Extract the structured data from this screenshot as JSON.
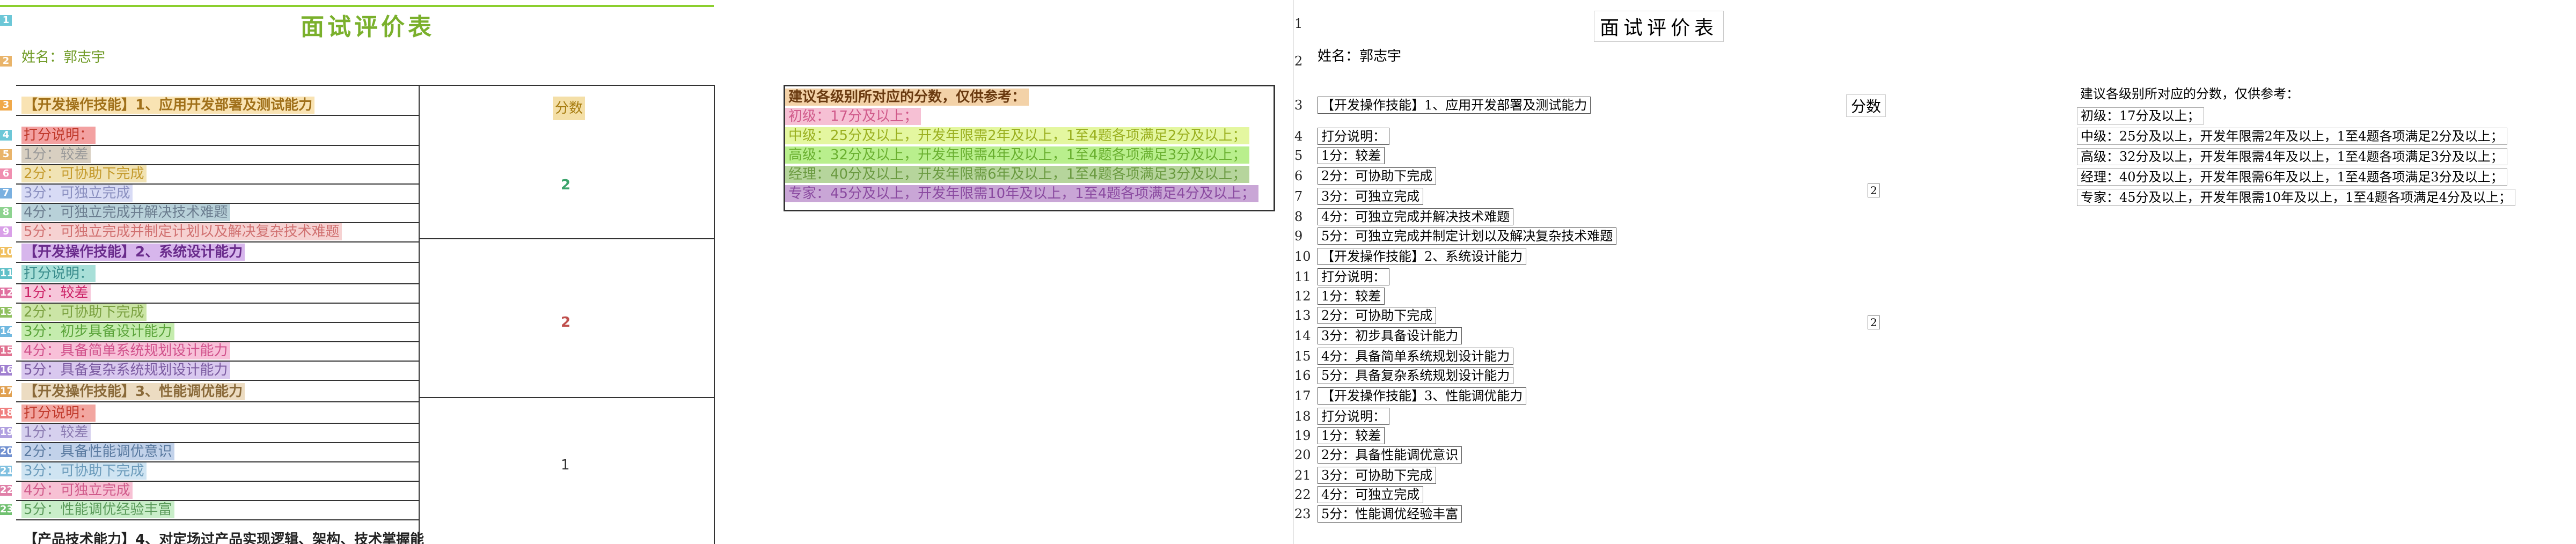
{
  "sheet": {
    "title": "面试评价表",
    "name_label": "姓名：郭志宇",
    "score_header": "分数",
    "rows": [
      {
        "n": "3",
        "text": "【开发操作技能】1、应用开发部署及测试能力",
        "color": "#a0701a",
        "bg": "#f9e3b3",
        "bold": true
      },
      {
        "n": "4",
        "text": "打分说明：",
        "color": "#c0392b",
        "bg": "#f3a1a1"
      },
      {
        "n": "5",
        "text": "1分：较差",
        "color": "#999",
        "bg": "#d8cfc1"
      },
      {
        "n": "6",
        "text": "2分：可协助下完成",
        "color": "#c49a2c",
        "bg": "#f1e3b4"
      },
      {
        "n": "7",
        "text": "3分：可独立完成",
        "color": "#8a8fbf",
        "bg": "#d8dbf5"
      },
      {
        "n": "8",
        "text": "4分：可独立完成并解决技术难题",
        "color": "#6b7d8f",
        "bg": "#b8d1d9"
      },
      {
        "n": "9",
        "text": "5分：可独立完成并制定计划以及解决复杂技术难题",
        "color": "#d07070",
        "bg": "#f6d2d2"
      },
      {
        "n": "10",
        "text": "【开发操作技能】2、系统设计能力",
        "color": "#6a2c8c",
        "bg": "#d7b6ec",
        "bold": true
      },
      {
        "n": "11",
        "text": "打分说明：",
        "color": "#3a8c8c",
        "bg": "#a8dfd8"
      },
      {
        "n": "12",
        "text": "1分：较差",
        "color": "#c26",
        "bg": "#f7c6da"
      },
      {
        "n": "13",
        "text": "2分：可协助下完成",
        "color": "#7aa040",
        "bg": "#cbe5a6"
      },
      {
        "n": "14",
        "text": "3分：初步具备设计能力",
        "color": "#5aa33a",
        "bg": "#c5ecae"
      },
      {
        "n": "15",
        "text": "4分：具备简单系统规划设计能力",
        "color": "#d0508a",
        "bg": "#f8c0d8"
      },
      {
        "n": "16",
        "text": "5分：具备复杂系统规划设计能力",
        "color": "#7a5aa0",
        "bg": "#d9c8ef"
      },
      {
        "n": "17",
        "text": "【开发操作技能】3、性能调优能力",
        "color": "#8a6a3a",
        "bg": "#ecdcc2",
        "bold": true
      },
      {
        "n": "18",
        "text": "打分说明：",
        "color": "#c0392b",
        "bg": "#f2a6a0"
      },
      {
        "n": "19",
        "text": "1分：较差",
        "color": "#8a7ab0",
        "bg": "#d6d0ee"
      },
      {
        "n": "20",
        "text": "2分：具备性能调优意识",
        "color": "#5a7aa0",
        "bg": "#c2d2ea"
      },
      {
        "n": "21",
        "text": "3分：可协助下完成",
        "color": "#6a9aba",
        "bg": "#cfe4f2"
      },
      {
        "n": "22",
        "text": "4分：可独立完成",
        "color": "#d05a8a",
        "bg": "#f7c1d4"
      },
      {
        "n": "23",
        "text": "5分：性能调优经验丰富",
        "color": "#5a9a5a",
        "bg": "#c9eec9"
      }
    ],
    "score_marks": [
      "2",
      "2",
      "1"
    ],
    "partial_row": "【产品技术能力】4、对定场过产品实现逻辑、架构、技术掌握能",
    "reference": {
      "title": "建议各级别所对应的分数，仅供参考：",
      "lines": [
        {
          "text": "初级：17分及以上；",
          "bg": "#f6c0d4",
          "color": "#d05a8a"
        },
        {
          "text": "中级：25分及以上，开发年限需2年及以上，1至4题各项满足2分及以上；",
          "bg": "#e4f7a0",
          "color": "#9ab020"
        },
        {
          "text": "高级：32分及以上，开发年限需4年及以上，1至4题各项满足3分及以上；",
          "bg": "#b9ef8d",
          "color": "#6ab030"
        },
        {
          "text": "经理：40分及以上，开发年限需6年及以上，1至4题各项满足3分及以上；",
          "bg": "#b6d59c",
          "color": "#6a9a40"
        },
        {
          "text": "专家：45分及以上，开发年限需10年及以上，1至4题各项满足4分及以上；",
          "bg": "#c9a6d6",
          "color": "#8a4aa0"
        }
      ]
    }
  },
  "preview": {
    "title": "面试评价表",
    "name_label": "姓名：郭志宇",
    "score_header": "分数",
    "rows": [
      {
        "n": "3",
        "text": "【开发操作技能】1、应用开发部署及测试能力"
      },
      {
        "n": "4",
        "text": "打分说明："
      },
      {
        "n": "5",
        "text": "1分：较差"
      },
      {
        "n": "6",
        "text": "2分：可协助下完成"
      },
      {
        "n": "7",
        "text": "3分：可独立完成"
      },
      {
        "n": "8",
        "text": "4分：可独立完成并解决技术难题"
      },
      {
        "n": "9",
        "text": "5分：可独立完成并制定计划以及解决复杂技术难题"
      },
      {
        "n": "10",
        "text": "【开发操作技能】2、系统设计能力"
      },
      {
        "n": "11",
        "text": "打分说明："
      },
      {
        "n": "12",
        "text": "1分：较差"
      },
      {
        "n": "13",
        "text": "2分：可协助下完成"
      },
      {
        "n": "14",
        "text": "3分：初步具备设计能力"
      },
      {
        "n": "15",
        "text": "4分：具备简单系统规划设计能力"
      },
      {
        "n": "16",
        "text": "5分：具备复杂系统规划设计能力"
      },
      {
        "n": "17",
        "text": "【开发操作技能】3、性能调优能力"
      },
      {
        "n": "18",
        "text": "打分说明："
      },
      {
        "n": "19",
        "text": "1分：较差"
      },
      {
        "n": "20",
        "text": "2分：具备性能调优意识"
      },
      {
        "n": "21",
        "text": "3分：可协助下完成"
      },
      {
        "n": "22",
        "text": "4分：可独立完成"
      },
      {
        "n": "23",
        "text": "5分：性能调优经验丰富"
      }
    ],
    "reference": {
      "title": "建议各级别所对应的分数，仅供参考：",
      "lines": [
        "初级：17分及以上；",
        "中级：25分及以上，开发年限需2年及以上，1至4题各项满足2分及以上；",
        "高级：32分及以上，开发年限需4年及以上，1至4题各项满足3分及以上；",
        "经理：40分及以上，开发年限需6年及以上，1至4题各项满足3分及以上；",
        "专家：45分及以上，开发年限需10年及以上，1至4题各项满足4分及以上；"
      ]
    }
  },
  "row_numbers_top": [
    "1",
    "2"
  ]
}
